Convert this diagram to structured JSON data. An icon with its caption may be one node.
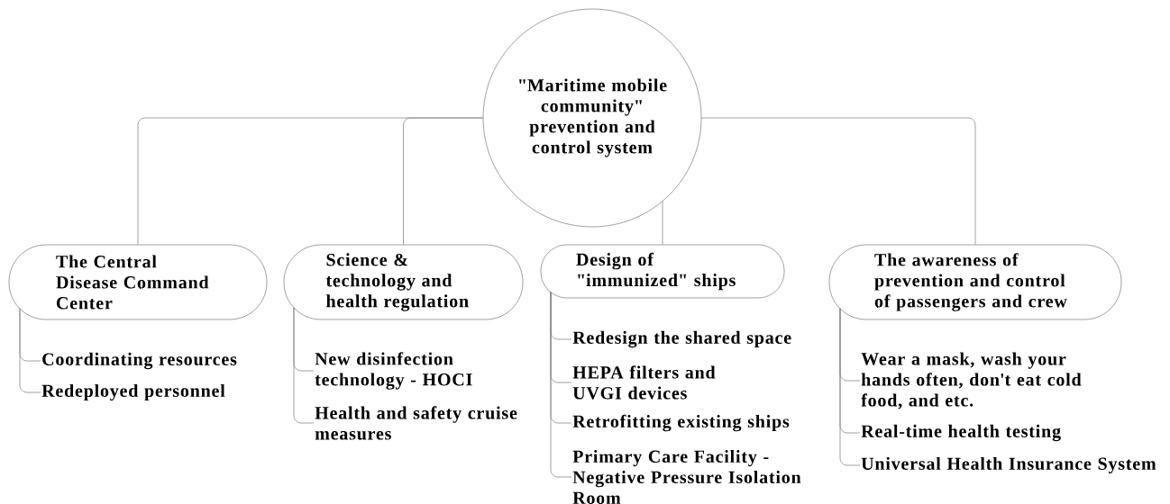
{
  "diagram": {
    "nodes": [
      {
        "text": [
          "\"Maritime mobile community\" prevention and control system"
        ]
      },
      {
        "text": [
          "The Central Disease Command Center"
        ]
      },
      {
        "text": [
          "Science & technology and health regulation"
        ]
      },
      {
        "text": [
          "Design of \"immunized\" ships"
        ]
      },
      {
        "text": [
          "The awareness of prevention and control of passengers and crew"
        ]
      },
      {
        "text": [
          "Coordinating resources"
        ]
      },
      {
        "text": [
          "Redeployed personnel"
        ]
      },
      {
        "text": [
          "New disinfection technology - HOCI"
        ]
      },
      {
        "text": [
          "Health and safety cruise measures"
        ]
      },
      {
        "text": [
          "Redesign the shared space"
        ]
      },
      {
        "text": [
          "HEPA filters and UVGI devices"
        ]
      },
      {
        "text": [
          "Retrofitting existing ships"
        ]
      },
      {
        "text": [
          "Primary Care Facility - Negative Pressure Isolation Room"
        ]
      },
      {
        "text": [
          "Wear a mask, wash your hands often, don't eat cold food, and etc."
        ]
      },
      {
        "text": [
          "Real-time health testing"
        ]
      },
      {
        "text": [
          "Universal Health Insurance System"
        ]
      }
    ],
    "edges": [
      {
        "from": 0,
        "to": 1,
        "arrow": "none"
      },
      {
        "from": 0,
        "to": 2,
        "arrow": "none"
      },
      {
        "from": 0,
        "to": 3,
        "arrow": "none"
      },
      {
        "from": 0,
        "to": 4,
        "arrow": "none"
      },
      {
        "from": 1,
        "to": 5,
        "arrow": "none"
      },
      {
        "from": 1,
        "to": 6,
        "arrow": "none"
      },
      {
        "from": 2,
        "to": 7,
        "arrow": "none"
      },
      {
        "from": 2,
        "to": 8,
        "arrow": "none"
      },
      {
        "from": 3,
        "to": 9,
        "arrow": "none"
      },
      {
        "from": 3,
        "to": 10,
        "arrow": "none"
      },
      {
        "from": 3,
        "to": 11,
        "arrow": "none"
      },
      {
        "from": 3,
        "to": 12,
        "arrow": "none"
      },
      {
        "from": 4,
        "to": 13,
        "arrow": "none"
      },
      {
        "from": 4,
        "to": 14,
        "arrow": "none"
      },
      {
        "from": 4,
        "to": 15,
        "arrow": "none"
      }
    ]
  }
}
